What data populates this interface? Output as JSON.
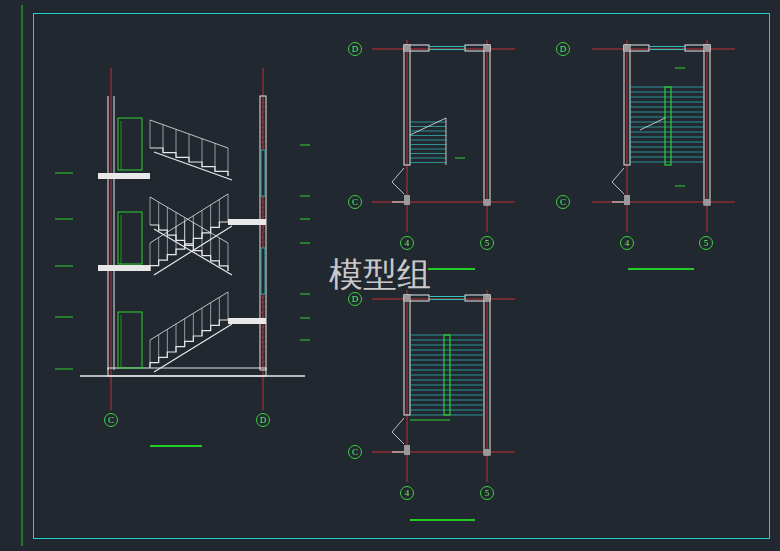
{
  "diagram": {
    "nodes": [
      {
        "text": [
          "D"
        ]
      },
      {
        "text": [
          "D"
        ]
      },
      {
        "text": [
          "C"
        ]
      },
      {
        "text": [
          "C"
        ]
      },
      {
        "text": [
          "4"
        ]
      },
      {
        "text": [
          "5"
        ]
      },
      {
        "text": [
          "4"
        ]
      },
      {
        "text": [
          "5"
        ]
      },
      {
        "text": [
          "D"
        ]
      },
      {
        "text": [
          "C"
        ]
      },
      {
        "text": [
          "D"
        ]
      },
      {
        "text": [
          "C"
        ]
      },
      {
        "text": [
          "4"
        ]
      },
      {
        "text": [
          "5"
        ]
      }
    ],
    "labels": [
      "模型组"
    ]
  }
}
